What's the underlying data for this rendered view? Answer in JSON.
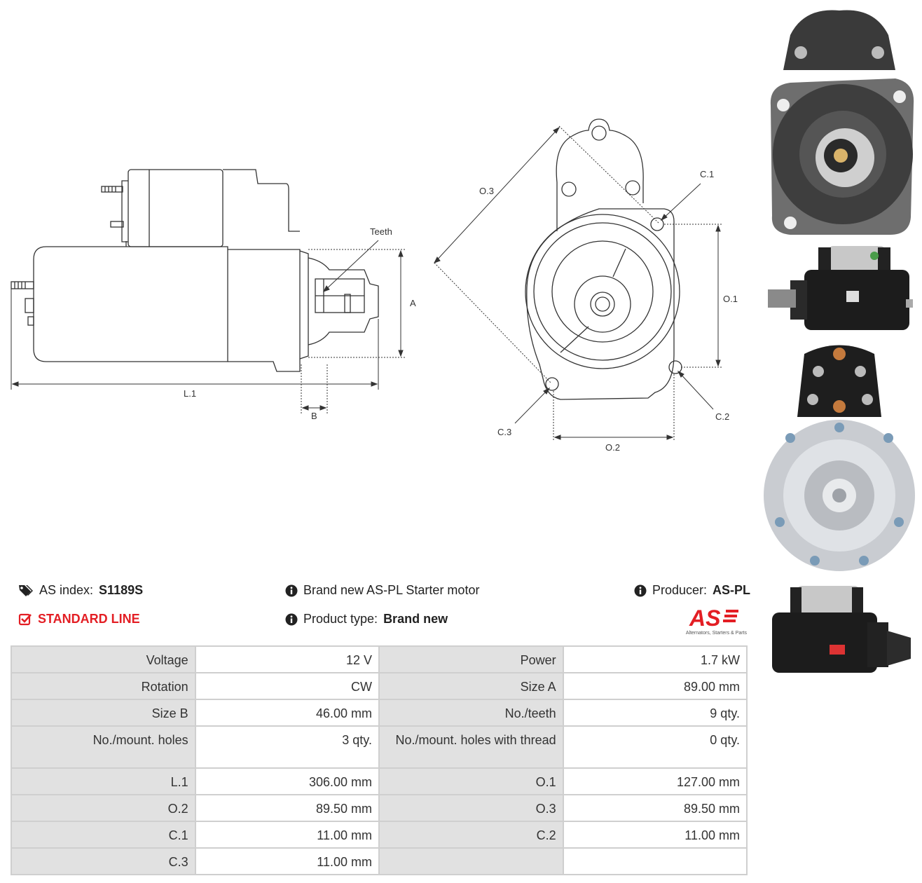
{
  "drawing": {
    "label_teeth": "Teeth",
    "label_a": "A",
    "label_b": "B",
    "label_l1": "L.1",
    "label_o1": "O.1",
    "label_o2": "O.2",
    "label_o3": "O.3",
    "label_c1": "C.1",
    "label_c2": "C.2",
    "label_c3": "C.3"
  },
  "info": {
    "as_index_label": "AS index:",
    "as_index_value": "S1189S",
    "standard_line": "STANDARD LINE",
    "description": "Brand new AS-PL Starter motor",
    "product_type_label": "Product type:",
    "product_type_value": "Brand new",
    "producer_label": "Producer:",
    "producer_value": "AS-PL",
    "logo_text": "AS",
    "logo_tagline": "Alternators, Starters & Parts"
  },
  "specs": [
    [
      "Voltage",
      "12 V",
      "Power",
      "1.7 kW"
    ],
    [
      "Rotation",
      "CW",
      "Size A",
      "89.00 mm"
    ],
    [
      "Size B",
      "46.00 mm",
      "No./teeth",
      "9 qty."
    ],
    [
      "No./mount. holes",
      "3 qty.",
      "No./mount. holes with thread",
      "0 qty."
    ],
    [
      "L.1",
      "306.00 mm",
      "O.1",
      "127.00 mm"
    ],
    [
      "O.2",
      "89.50 mm",
      "O.3",
      "89.50 mm"
    ],
    [
      "C.1",
      "11.00 mm",
      "C.2",
      "11.00 mm"
    ],
    [
      "C.3",
      "11.00 mm",
      "",
      ""
    ]
  ],
  "colors": {
    "accent_red": "#e31e24",
    "table_key_bg": "#e1e1e1",
    "table_border": "#cfcfcf"
  },
  "icons": [
    "tags-icon",
    "check-square-icon",
    "info-circle-icon"
  ]
}
